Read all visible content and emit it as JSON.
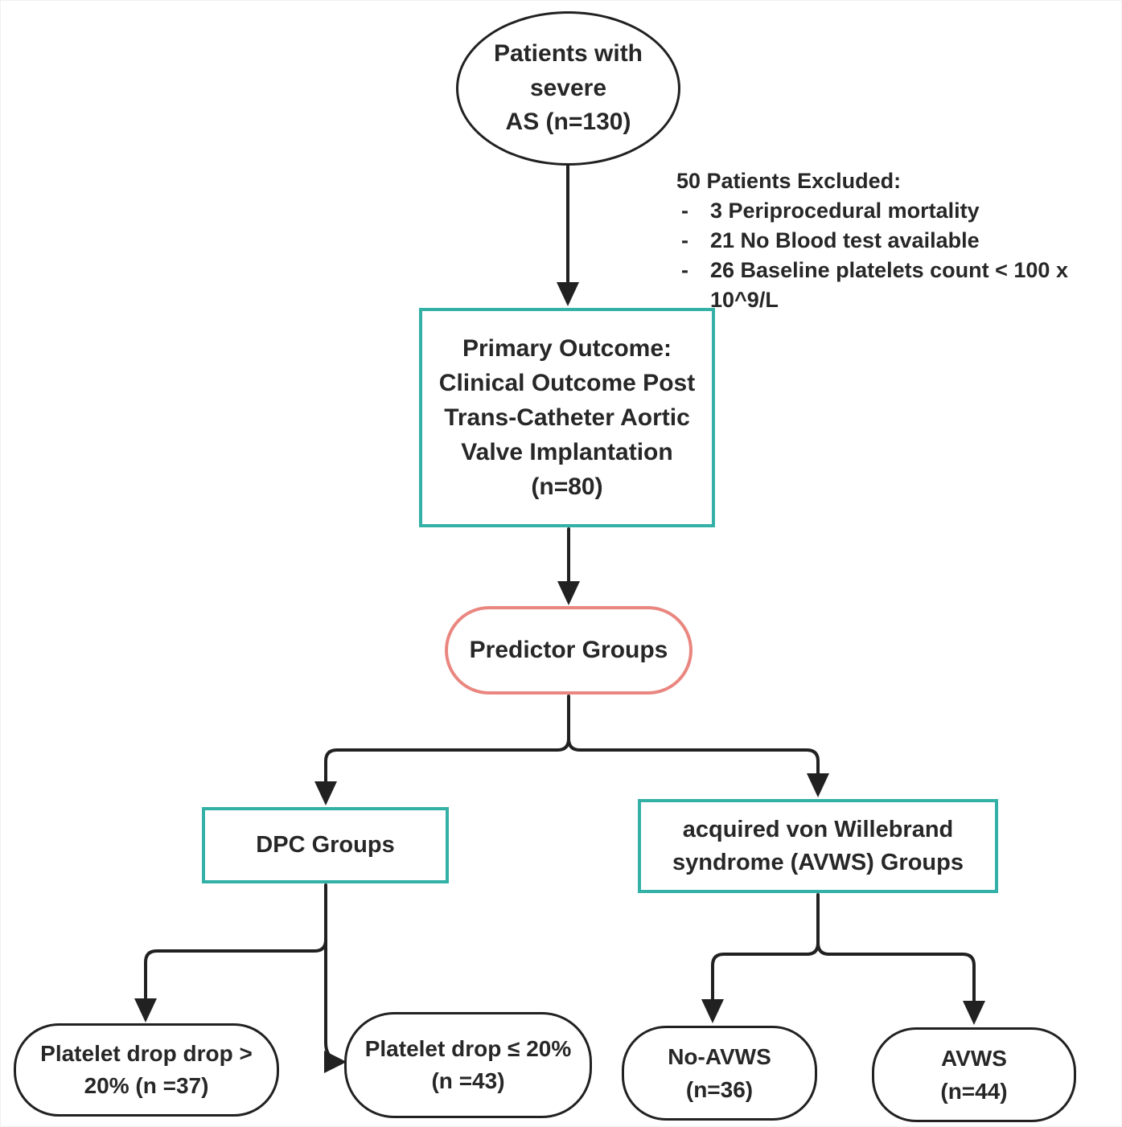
{
  "colors": {
    "teal": "#34b1a7",
    "salmon": "#e9867f",
    "line": "#212121",
    "text": "#272727"
  },
  "nodes": {
    "patients": {
      "lines": [
        "Patients with",
        "severe",
        "AS (n=130)"
      ]
    },
    "excluded": {
      "title": "50 Patients Excluded:",
      "bullet": "-",
      "items": [
        "3 Periprocedural mortality",
        "21 No Blood test available",
        "26 Baseline platelets count < 100 x 10^9/L"
      ]
    },
    "primary_outcome": {
      "lines": [
        "Primary Outcome:",
        "Clinical Outcome Post",
        "Trans-Catheter Aortic",
        "Valve Implantation",
        "(n=80)"
      ]
    },
    "predictor": {
      "label": "Predictor Groups"
    },
    "dpc": {
      "label": "DPC Groups"
    },
    "avws_groups": {
      "lines": [
        "acquired von Willebrand",
        "syndrome (AVWS) Groups"
      ]
    },
    "platelet_gt": {
      "lines": [
        "Platelet drop drop >",
        "20% (n =37)"
      ]
    },
    "platelet_le": {
      "lines": [
        "Platelet drop ≤ 20%",
        "(n =43)"
      ]
    },
    "no_avws": {
      "lines": [
        "No-AVWS",
        "(n=36)"
      ]
    },
    "avws": {
      "lines": [
        "AVWS",
        "(n=44)"
      ]
    }
  },
  "edges": [
    {
      "from": "patients",
      "to": "primary_outcome"
    },
    {
      "from": "primary_outcome",
      "to": "predictor"
    },
    {
      "from": "predictor",
      "to": "dpc"
    },
    {
      "from": "predictor",
      "to": "avws_groups"
    },
    {
      "from": "dpc",
      "to": "platelet_gt"
    },
    {
      "from": "dpc",
      "to": "platelet_le"
    },
    {
      "from": "avws_groups",
      "to": "no_avws"
    },
    {
      "from": "avws_groups",
      "to": "avws"
    }
  ]
}
